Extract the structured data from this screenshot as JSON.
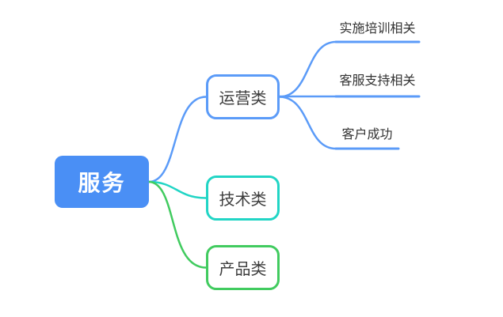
{
  "canvas": {
    "background": "#ffffff"
  },
  "root": {
    "label": "服务",
    "fill_color": "#4A8FF5",
    "text_color": "#ffffff"
  },
  "branches": [
    {
      "label": "运营类",
      "color": "#5B9BF8",
      "children": [
        {
          "label": "实施培训相关",
          "color": "#5B9BF8"
        },
        {
          "label": "客服支持相关",
          "color": "#5B9BF8"
        },
        {
          "label": "客户成功",
          "color": "#5B9BF8"
        }
      ]
    },
    {
      "label": "技术类",
      "color": "#21D5C5",
      "children": []
    },
    {
      "label": "产品类",
      "color": "#41CB5F",
      "children": []
    }
  ],
  "colors": {
    "blue": "#5B9BF8",
    "teal": "#21D5C5",
    "green": "#41CB5F",
    "root_fill": "#4A8FF5",
    "node_text": "#3D3D3D",
    "leaf_text": "#333333"
  }
}
